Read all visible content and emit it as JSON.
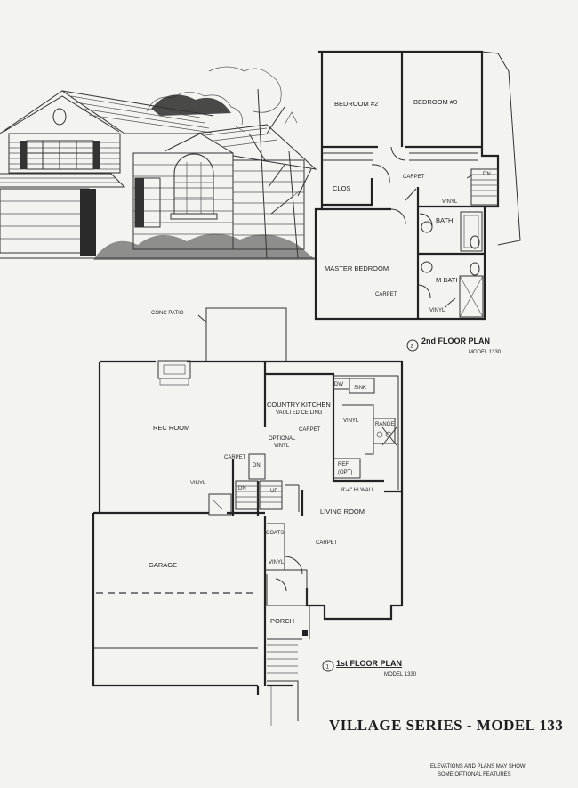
{
  "second_floor": {
    "rooms": {
      "bedroom2": "BEDROOM #2",
      "bedroom3": "BEDROOM #3",
      "closet": "CLOS",
      "bath": "BATH",
      "master_bedroom": "MASTER BEDROOM",
      "master_bath": "M BATH"
    },
    "labels": {
      "carpet_hall": "CARPET",
      "vinyl_bath": "VINYL",
      "stair_dn": "DN",
      "carpet_master": "CARPET",
      "vinyl_mbath": "VINYL"
    },
    "plan_number": "2",
    "plan_title": "2nd FLOOR PLAN",
    "model": "MODEL 1330"
  },
  "first_floor": {
    "rooms": {
      "conc_patio": "CONC PATIO",
      "rec_room": "REC ROOM",
      "country_kitchen": "COUNTRY KITCHEN",
      "vaulted": "VAULTED CEILING",
      "living_room": "LIVING ROOM",
      "garage": "GARAGE",
      "porch": "PORCH",
      "coats": "COATS"
    },
    "labels": {
      "dw": "DW",
      "sink": "SINK",
      "range": "RANGE",
      "ref": "REF",
      "opt": "(OPT)",
      "carpet_kitchen": "CARPET",
      "vinyl_kitchen": "VINYL",
      "optional_vinyl_1": "OPTIONAL",
      "optional_vinyl_2": "VINYL",
      "carpet_rec": "CARPET",
      "vinyl_rec": "VINYL",
      "dn_1": "DN",
      "dn_2": "DN",
      "up": "UP",
      "half_wall": "8'-4\" HI WALL",
      "carpet_living": "CARPET",
      "vinyl_entry": "VINYL"
    },
    "plan_number": "1",
    "plan_title": "1st FLOOR PLAN",
    "model": "MODEL 1330"
  },
  "footer": {
    "series_title": "VILLAGE SERIES - MODEL 133",
    "note_line1": "ELEVATIONS AND PLANS MAY SHOW",
    "note_line2": "SOME OPTIONAL FEATURES"
  }
}
